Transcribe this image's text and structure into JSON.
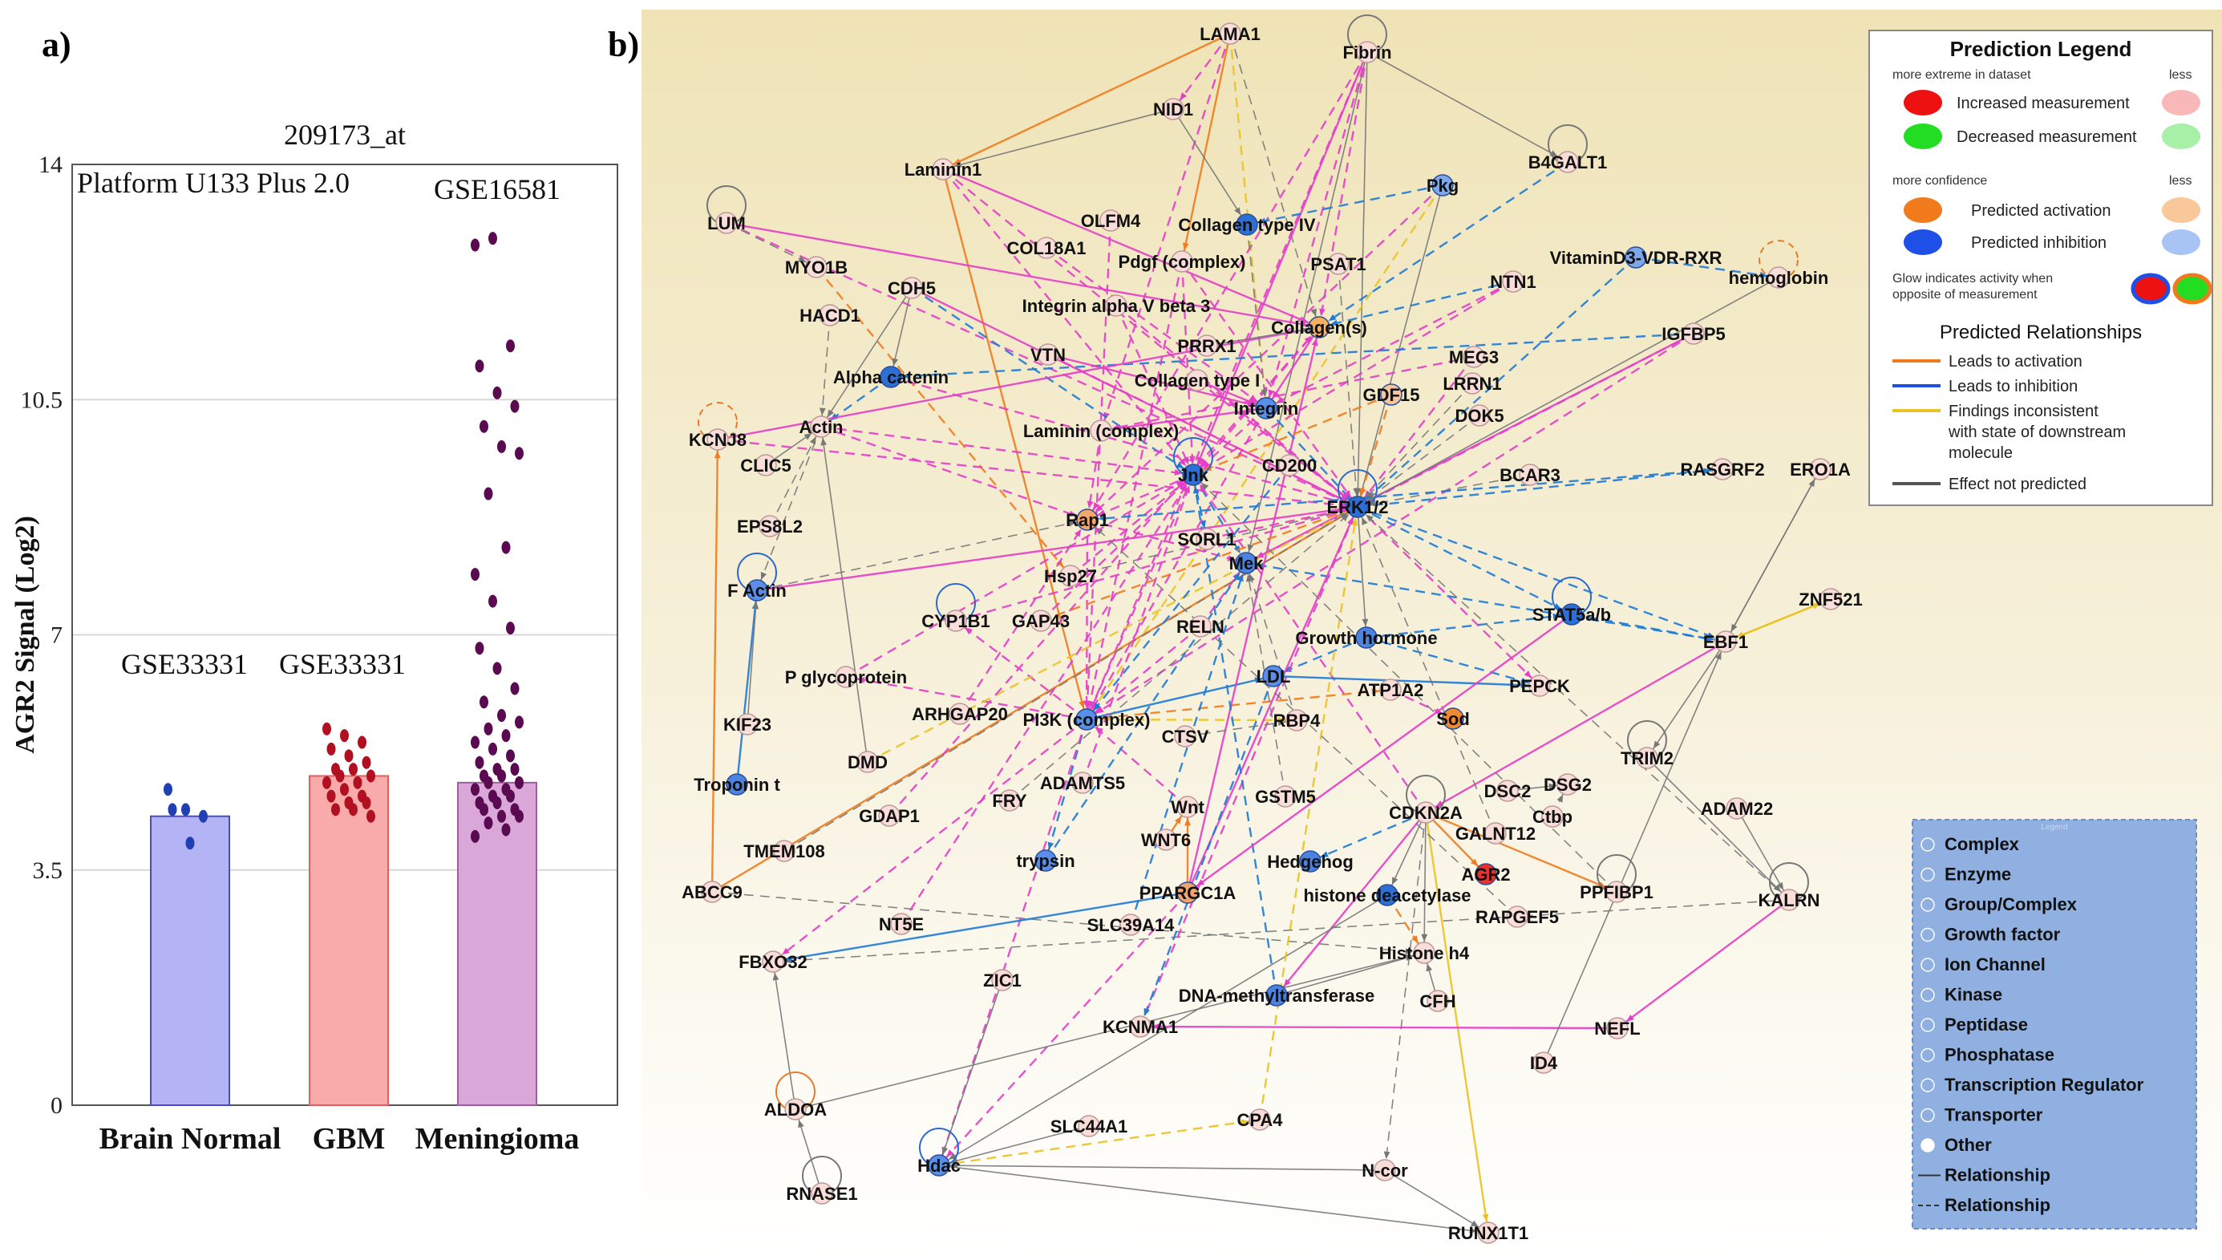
{
  "panel_a_label": "a)",
  "panel_b_label": "b)",
  "chart_data": {
    "type": "bar",
    "title": "209173_at",
    "ylabel": "AGR2 Signal (Log2)",
    "xlabel": "",
    "ylim": [
      0,
      14
    ],
    "yticks": [
      0,
      3.5,
      7,
      10.5,
      14
    ],
    "grid": true,
    "categories": [
      "Brain Normal",
      "GBM",
      "Meningioma"
    ],
    "values": [
      4.3,
      4.9,
      4.8
    ],
    "bar_colors": [
      "#b3b3f5",
      "#f9aaaa",
      "#d9a8d9"
    ],
    "bar_edge_colors": [
      "#4b4bc8",
      "#e06060",
      "#a05aa0"
    ],
    "point_colors": [
      "#1f3fb3",
      "#b01020",
      "#5a0a50"
    ],
    "annotations": [
      "Platform U133  Plus 2.0",
      "GSE33331",
      "GSE33331",
      "GSE16581"
    ],
    "points": [
      [
        4.7,
        4.4,
        4.3,
        4.4,
        3.9
      ],
      [
        5.6,
        5.5,
        5.4,
        5.3,
        5.2,
        5.1,
        5.0,
        5.0,
        4.9,
        4.9,
        4.8,
        4.8,
        4.7,
        4.6,
        4.6,
        4.5,
        4.5,
        4.4,
        4.4,
        4.3
      ],
      [
        12.8,
        12.9,
        11.3,
        11.0,
        10.6,
        10.4,
        10.1,
        9.8,
        9.7,
        9.1,
        8.3,
        7.9,
        7.5,
        7.1,
        6.8,
        6.5,
        6.2,
        6.0,
        5.8,
        5.7,
        5.6,
        5.5,
        5.4,
        5.3,
        5.2,
        5.1,
        5.0,
        5.0,
        4.9,
        4.9,
        4.8,
        4.8,
        4.7,
        4.7,
        4.6,
        4.6,
        4.5,
        4.5,
        4.4,
        4.4,
        4.3,
        4.3,
        4.2,
        4.1,
        4.0
      ]
    ]
  },
  "network": {
    "nodes": [
      "LAMA1",
      "Fibrin",
      "NID1",
      "Laminin1",
      "Pkg",
      "B4GALT1",
      "LUM",
      "OLFM4",
      "Collagen type IV",
      "MYO1B",
      "COL18A1",
      "Pdgf (complex)",
      "PSAT1",
      "VitaminD3-VDR-RXR",
      "CDH5",
      "Integrin alpha V beta 3",
      "NTN1",
      "hemoglobin",
      "HACD1",
      "Collagen(s)",
      "IGFBP5",
      "VTN",
      "PRRX1",
      "MEG3",
      "Alpha catenin",
      "Collagen type I",
      "GDF15",
      "LRRN1",
      "Actin",
      "Integrin",
      "DOK5",
      "KCNJ8",
      "Laminin (complex)",
      "CLIC5",
      "CD200",
      "BCAR3",
      "RASGRF2",
      "ERO1A",
      "Jnk",
      "ERK1/2",
      "EPS8L2",
      "Rap1",
      "SORL1",
      "Mek",
      "Hsp27",
      "F Actin",
      "ZNF521",
      "CYP1B1",
      "GAP43",
      "RELN",
      "Growth hormone",
      "STAT5a/b",
      "EBF1",
      "LDL",
      "P glycoprotein",
      "ATP1A2",
      "PEPCK",
      "ARHGAP20",
      "KIF23",
      "PI3K (complex)",
      "RBP4",
      "Sod",
      "CTSV",
      "DMD",
      "TRIM2",
      "Troponin t",
      "ADAMTS5",
      "DSG2",
      "DSC2",
      "GSTM5",
      "FRY",
      "CDKN2A",
      "Ctbp",
      "GDAP1",
      "Wnt",
      "ADAM22",
      "WNT6",
      "GALNT12",
      "TMEM108",
      "Hedgehog",
      "AGR2",
      "trypsin",
      "PPFIBP1",
      "ABCC9",
      "PPARGC1A",
      "histone deacetylase",
      "KALRN",
      "RAPGEF5",
      "NT5E",
      "SLC39A14",
      "FBXO32",
      "Histone h4",
      "ZIC1",
      "DNA-methyltransferase",
      "CFH",
      "KCNMA1",
      "NEFL",
      "ID4",
      "ALDOA",
      "CPA4",
      "SLC44A1",
      "Hdac",
      "N-cor",
      "RNASE1",
      "RUNX1T1"
    ],
    "prediction_legend": {
      "title": "Prediction Legend",
      "more_extreme": "more extreme in dataset",
      "less": "less",
      "increased": "Increased measurement",
      "decreased": "Decreased measurement",
      "more_confidence": "more confidence",
      "activation": "Predicted activation",
      "inhibition": "Predicted inhibition",
      "glow_line1": "Glow indicates activity when",
      "glow_line2": "opposite of measurement",
      "relationships_title": "Predicted Relationships",
      "leads_activation": "Leads to activation",
      "leads_inhibition": "Leads to inhibition",
      "findings_line1": "Findings inconsistent",
      "findings_line2": "with state of downstream",
      "findings_line3": "molecule",
      "effect_not_predicted": "Effect not predicted"
    },
    "shape_legend": [
      "Complex",
      "Enzyme",
      "Group/Complex",
      "Growth factor",
      "Ion Channel",
      "Kinase",
      "Peptidase",
      "Phosphatase",
      "Transcription Regulator",
      "Transporter",
      "Other",
      "Relationship",
      "Relationship"
    ],
    "shape_legend_header": "Legend"
  }
}
